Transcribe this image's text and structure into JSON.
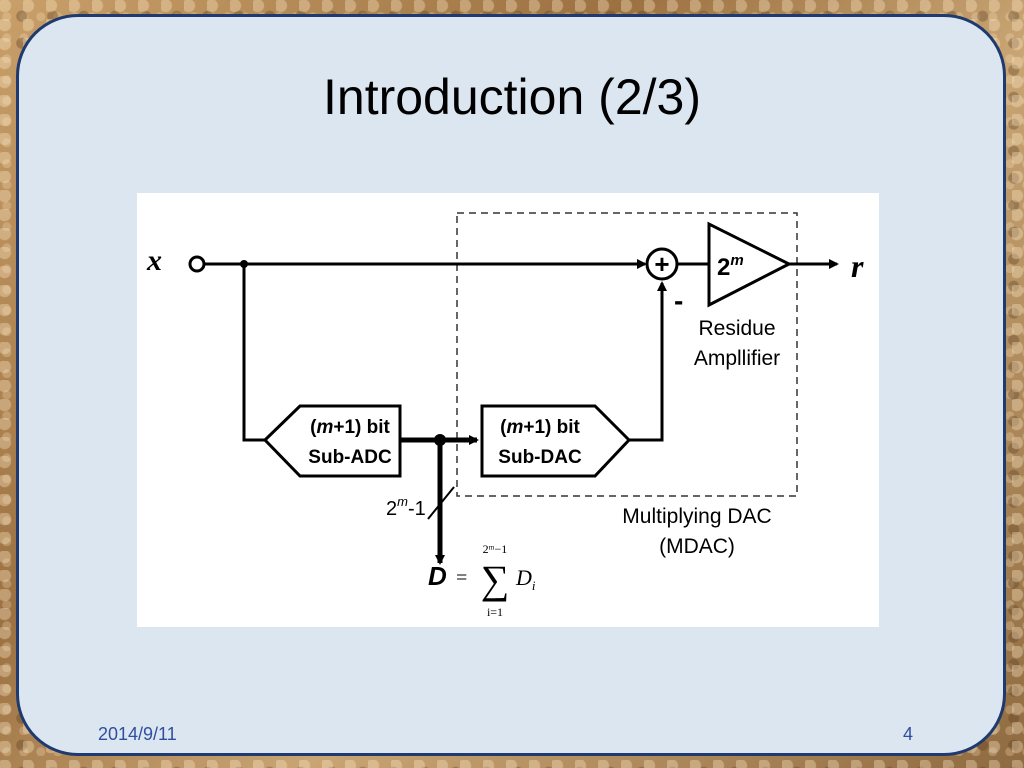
{
  "slide": {
    "title": "Introduction (2/3)",
    "footer_date": "2014/9/11",
    "page_number": "4"
  },
  "diagram": {
    "input_label": "x",
    "output_label": "r",
    "summer_plus": "+",
    "summer_minus": "-",
    "amplifier_gain_base": "2",
    "amplifier_gain_exp": "m",
    "amplifier_caption_line1": "Residue",
    "amplifier_caption_line2": "Ampllifier",
    "adc_line1_open": "(",
    "adc_line1_m": "m",
    "adc_line1_rest": "+1) bit",
    "adc_line2": "Sub-ADC",
    "dac_line1_open": "(",
    "dac_line1_m": "m",
    "dac_line1_rest": "+1) bit",
    "dac_line2": "Sub-DAC",
    "bus_width_base": "2",
    "bus_width_exp": "m",
    "bus_width_rest": "-1",
    "mdac_caption_line1": "Multiplying DAC",
    "mdac_caption_line2": "(MDAC)",
    "output_D": "D",
    "equals": "=",
    "sum_symbol": "∑",
    "sum_upper": "2ᵐ−1",
    "sum_lower": "i=1",
    "sum_term": "D",
    "sum_term_sub": "i"
  }
}
